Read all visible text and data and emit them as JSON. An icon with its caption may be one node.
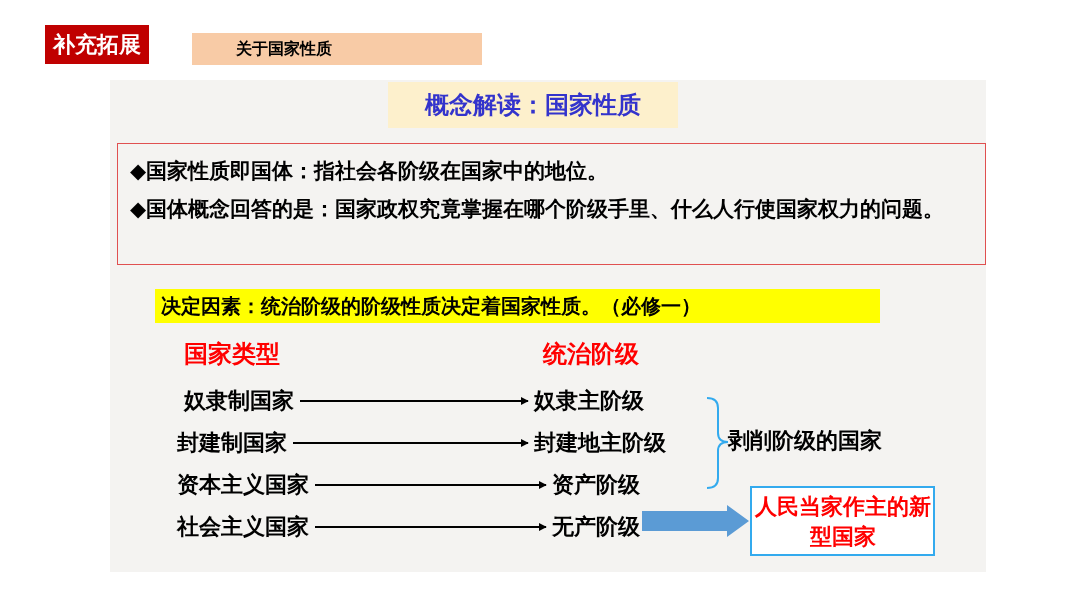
{
  "diagram": {
    "title": "概念解读：国家性质",
    "nodes": [
      {
        "text": [
          "◆国家性质即国体：指社会各阶级在国家中的地位。",
          "◆国体概念回答的是：国家政权究竟掌握在哪个阶级手里、什么人行使国家权力的问题。"
        ]
      },
      {
        "text": [
          "决定因素：统治阶级的阶级性质决定着国家性质。（必修一）"
        ]
      },
      {
        "text": [
          "奴隶制国家"
        ]
      },
      {
        "text": [
          "奴隶主阶级"
        ]
      },
      {
        "text": [
          "封建制国家"
        ]
      },
      {
        "text": [
          "封建地主阶级"
        ]
      },
      {
        "text": [
          "资本主义国家"
        ]
      },
      {
        "text": [
          "资产阶级"
        ]
      },
      {
        "text": [
          "社会主义国家"
        ]
      },
      {
        "text": [
          "无产阶级"
        ]
      },
      {
        "text": [
          "人民当家作主的新型国家"
        ]
      }
    ],
    "edges": [
      {
        "from": 2,
        "to": 3,
        "arrow": "to"
      },
      {
        "from": 4,
        "to": 5,
        "arrow": "to"
      },
      {
        "from": 6,
        "to": 7,
        "arrow": "to"
      },
      {
        "from": 8,
        "to": 9,
        "arrow": "to"
      },
      {
        "from": 9,
        "to": 10,
        "arrow": "to",
        "style": "thick",
        "color": "#5b9bd5"
      }
    ],
    "labels": [
      "补充拓展",
      "关于国家性质",
      "国家类型",
      "统治阶级",
      "剥削阶级的国家"
    ]
  }
}
